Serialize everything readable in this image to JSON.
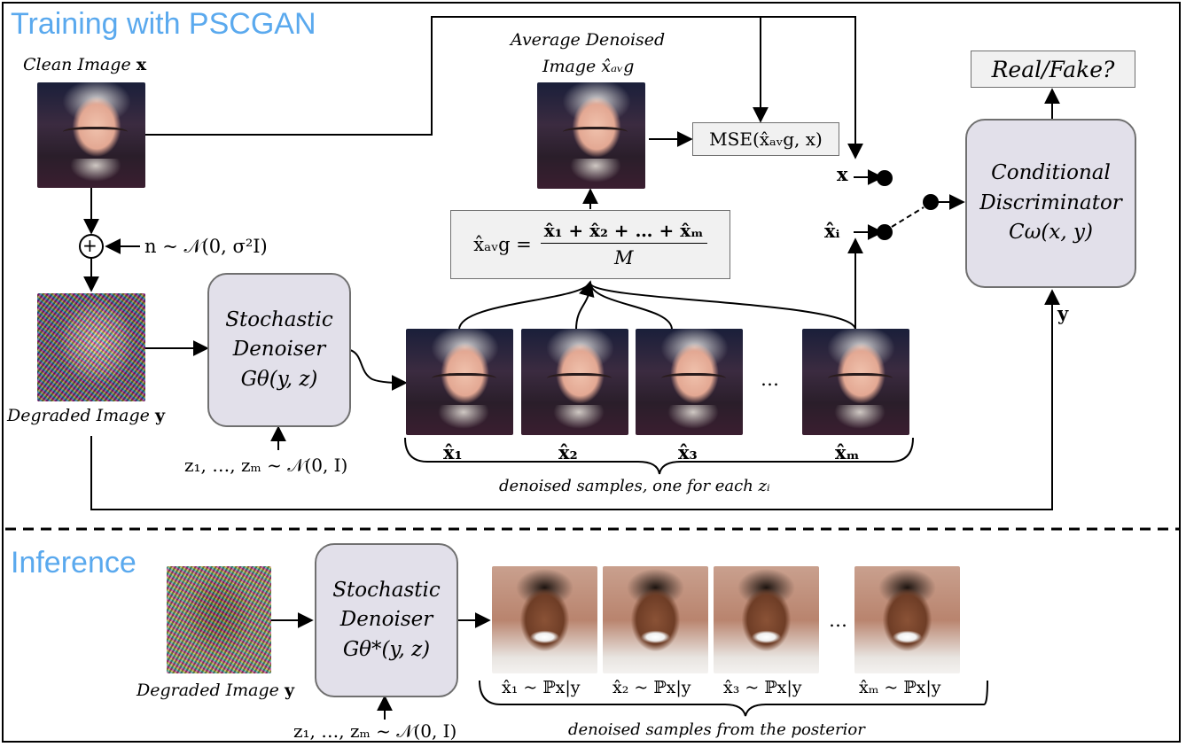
{
  "titles": {
    "training": "Training with PSCGAN",
    "inference": "Inference"
  },
  "training": {
    "clean_image_label": "Clean Image",
    "clean_image_symbol": "x",
    "noise_expr": "n ~ 𝒩(0, σ²I)",
    "plus_symbol": "+",
    "degraded_image_label": "Degraded Image",
    "degraded_image_symbol": "y",
    "denoiser": {
      "line1": "Stochastic",
      "line2": "Denoiser",
      "line3": "Gθ(y, z)"
    },
    "z_expr": "z₁, …, zₘ ~ 𝒩(0, I)",
    "avg_image_label_line1": "Average Denoised",
    "avg_image_label_line2": "Image x̂ₐᵥg",
    "avg_formula": {
      "lhs": "x̂ₐᵥg =",
      "numerator": "x̂₁ + x̂₂ + … + x̂ₘ",
      "denominator": "M"
    },
    "mse_expr": "MSE(x̂ₐᵥg, x)",
    "samples": [
      "x̂₁",
      "x̂₂",
      "x̂₃",
      "x̂ₘ"
    ],
    "ellipsis": "…",
    "samples_caption": "denoised samples, one for each zᵢ",
    "x_input": "x",
    "xi_input": "x̂ᵢ",
    "y_input": "y",
    "discriminator": {
      "line1": "Conditional",
      "line2": "Discriminator",
      "line3": "Cω(x, y)"
    },
    "real_fake": "Real/Fake?"
  },
  "inference": {
    "degraded_image_label": "Degraded Image",
    "degraded_image_symbol": "y",
    "denoiser": {
      "line1": "Stochastic",
      "line2": "Denoiser",
      "line3": "Gθ*(y, z)"
    },
    "z_expr": "z₁, …, zₘ ~ 𝒩(0, I)",
    "samples": [
      "x̂₁ ~ ℙx|y",
      "x̂₂ ~ ℙx|y",
      "x̂₃ ~ ℙx|y",
      "x̂ₘ ~ ℙx|y"
    ],
    "ellipsis": "…",
    "samples_caption": "denoised samples from the posterior"
  },
  "colors": {
    "title": "#5aa9ee",
    "box_fill": "#e2e0ea",
    "box_border": "#707070"
  }
}
